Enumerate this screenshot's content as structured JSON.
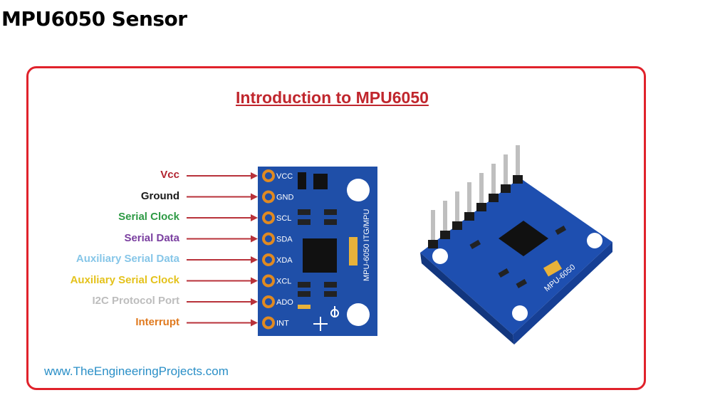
{
  "page_title": "MPU6050 Sensor",
  "diagram": {
    "title": "Introduction to MPU6050",
    "footer": "www.TheEngineeringProjects.com",
    "pin_descriptions": [
      {
        "label": "Vcc",
        "pin": "VCC",
        "color": "#b2232f"
      },
      {
        "label": "Ground",
        "pin": "GND",
        "color": "#1a1a1a"
      },
      {
        "label": "Serial Clock",
        "pin": "SCL",
        "color": "#2e9a45"
      },
      {
        "label": "Serial Data",
        "pin": "SDA",
        "color": "#7a3fa0"
      },
      {
        "label": "Auxiliary Serial Data",
        "pin": "XDA",
        "color": "#86c6e8"
      },
      {
        "label": "Auxiliary Serial Clock",
        "pin": "XCL",
        "color": "#e4c21c"
      },
      {
        "label": "I2C Protocol Port",
        "pin": "ADO",
        "color": "#bdbdbd"
      },
      {
        "label": "Interrupt",
        "pin": "INT",
        "color": "#e07a1f"
      }
    ],
    "board_side_text": "MPU-6050 ITG/MPU",
    "board_3d_text": "MPU-6050",
    "colors": {
      "frame": "#e0222b",
      "title": "#c0262d",
      "board": "#1f4fa8",
      "arrow": "#b8323a",
      "pad": "#e08a22"
    }
  }
}
